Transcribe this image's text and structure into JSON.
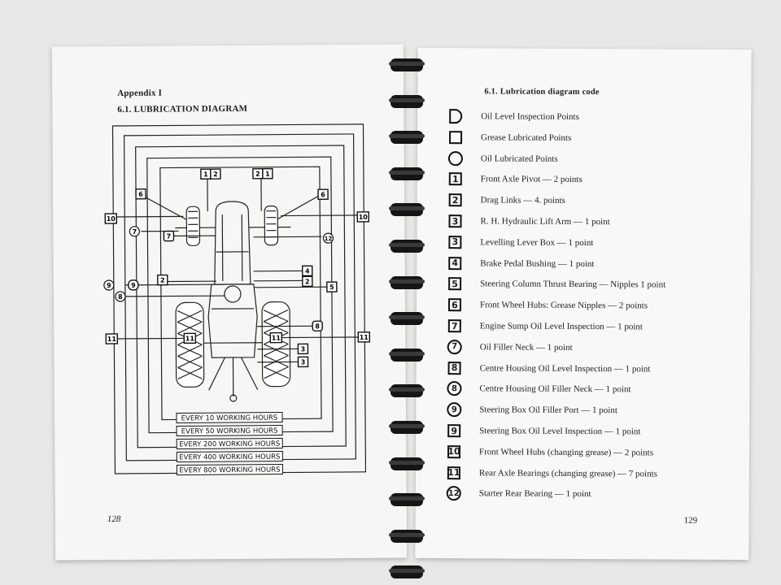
{
  "left_page": {
    "appendix": "Appendix I",
    "title": "6.1. LUBRICATION DIAGRAM",
    "page_number": "128",
    "hours": [
      "EVERY  10  WORKING HOURS",
      "EVERY  50  WORKING HOURS",
      "EVERY 200 WORKING HOURS",
      "EVERY 400 WORKING HOURS",
      "EVERY 800 WORKING HOURS"
    ]
  },
  "right_page": {
    "title": "6.1. Lubrication diagram code",
    "page_number": "129",
    "items": [
      {
        "symbol": "d",
        "num": "",
        "text": "Oil Level Inspection Points"
      },
      {
        "symbol": "square",
        "num": "",
        "text": "Grease Lubricated Points"
      },
      {
        "symbol": "circle",
        "num": "",
        "text": "Oil Lubricated Points"
      },
      {
        "symbol": "square",
        "num": "1",
        "text": "Front Axle Pivot — 2 points"
      },
      {
        "symbol": "square",
        "num": "2",
        "text": "Drag Links — 4. points"
      },
      {
        "symbol": "square",
        "num": "3",
        "text": "R. H. Hydraulic Lift Arm — 1 point"
      },
      {
        "symbol": "square",
        "num": "3",
        "text": "Levelling Lever Box — 1 point"
      },
      {
        "symbol": "square",
        "num": "4",
        "text": "Brake Pedal Bushing — 1 point"
      },
      {
        "symbol": "square",
        "num": "5",
        "text": "Steering Column Thrust Bearing — Nipples 1 point"
      },
      {
        "symbol": "square",
        "num": "6",
        "text": "Front Wheel Hubs: Grease Nipples — 2 points"
      },
      {
        "symbol": "square",
        "num": "7",
        "text": "Engine Sump Oil Level Inspection — 1 point"
      },
      {
        "symbol": "circle",
        "num": "7",
        "text": "Oil Filler Neck — 1 point"
      },
      {
        "symbol": "square",
        "num": "8",
        "text": "Centre Housing Oil Level Inspection — 1 point"
      },
      {
        "symbol": "circle",
        "num": "8",
        "text": "Centre Housing Oil Filler Neck — 1 point"
      },
      {
        "symbol": "circle",
        "num": "9",
        "text": "Steering Box Oil Filler Port — 1 point"
      },
      {
        "symbol": "square",
        "num": "9",
        "text": "Steering Box Oil Level Inspection — 1 point"
      },
      {
        "symbol": "square",
        "num": "10",
        "text": "Front Wheel Hubs (changing grease) — 2 points"
      },
      {
        "symbol": "square",
        "num": "11",
        "text": "Rear Axle Bearings (changing grease) — 7 points"
      },
      {
        "symbol": "circle",
        "num": "12",
        "text": "Starter Rear Bearing — 1 point"
      }
    ]
  },
  "diagram_labels": {
    "sq_1": "1",
    "sq_2": "2",
    "sq_3": "3",
    "sq_4": "4",
    "sq_5": "5",
    "sq_6": "6",
    "sq_7": "7",
    "sq_8": "8",
    "sq_9": "9",
    "sq_10": "10",
    "sq_11": "11",
    "ci_7": "7",
    "ci_8": "8",
    "ci_9": "9",
    "ci_12": "12"
  }
}
